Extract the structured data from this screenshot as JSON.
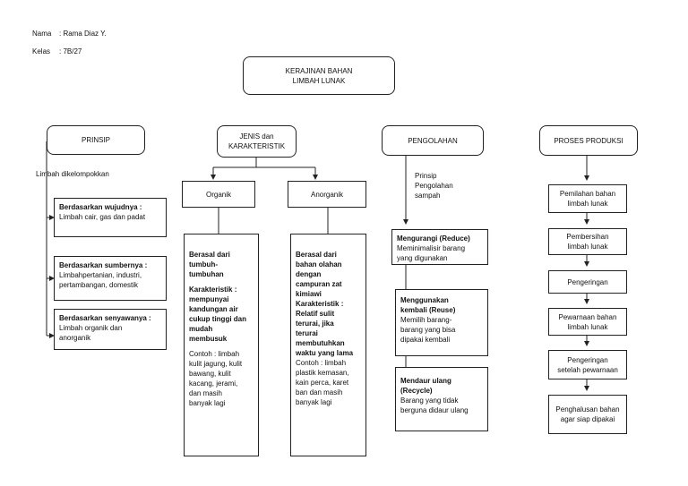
{
  "header": {
    "nama_label": "Nama",
    "nama_value": ": Rama Diaz Y.",
    "kelas_label": "Kelas",
    "kelas_value": ": 7B/27"
  },
  "title": {
    "line1": "KERAJINAN BAHAN",
    "line2": "LIMBAH LUNAK"
  },
  "prinsip": {
    "header": "PRINSIP",
    "intro": "Limbah dikelompokkan",
    "items": [
      {
        "title": "Berdasarkan wujudnya :",
        "lines": [
          "Limbah cair, gas dan padat"
        ]
      },
      {
        "title": "Berdasarkan sumbernya :",
        "lines": [
          "Limbahpertanian,   industri,",
          "pertambangan, domestik"
        ]
      },
      {
        "title": "Berdasarkan senyawanya :",
        "lines": [
          "Limbah organik dan",
          "anorganik"
        ]
      }
    ]
  },
  "jenis": {
    "header_line1": "JENIS dan",
    "header_line2": "KARAKTERISTIK",
    "organik": {
      "label": "Organik",
      "bold1": [
        "Berasal dari",
        "tumbuh-",
        "tumbuhan"
      ],
      "bold2": [
        "Karakteristik :",
        "mempunyai",
        "kandungan air",
        "cukup tinggi dan",
        "mudah",
        "membusuk"
      ],
      "normal": [
        "Contoh : limbah",
        "kulit jagung, kulit",
        "bawang, kulit",
        "kacang, jerami,",
        "dan masih",
        "banyak lagi"
      ]
    },
    "anorganik": {
      "label": "Anorganik",
      "bold1": [
        "Berasal dari",
        "bahan olahan",
        "dengan",
        "campuran zat",
        "kimiawi",
        "Karakteristik :",
        "Relatif sulit",
        "terurai, jika",
        "terurai",
        "membutuhkan",
        "waktu yang lama"
      ],
      "normal": [
        "Contoh : limbah",
        "plastik kemasan,",
        "kain perca, karet",
        "ban dan masih",
        "banyak lagi"
      ]
    }
  },
  "pengolahan": {
    "header": "PENGOLAHAN",
    "prinsip_lines": [
      "Prinsip",
      "Pengolahan",
      "sampah"
    ],
    "items": [
      {
        "title": "Mengurangi (Reduce)",
        "lines": [
          "Meminimalisir barang",
          "yang digunakan"
        ]
      },
      {
        "title": [
          "Menggunakan",
          "kembali (Reuse)"
        ],
        "lines": [
          "Memilih barang-",
          "barang yang bisa",
          "dipakai kembali"
        ]
      },
      {
        "title": [
          "Mendaur ulang",
          "(Recycle)"
        ],
        "lines": [
          "Barang yang tidak",
          "berguna didaur ulang"
        ]
      }
    ]
  },
  "proses": {
    "header": "PROSES PRODUKSI",
    "steps": [
      [
        "Pemilahan bahan",
        "limbah lunak"
      ],
      [
        "Pembersihan",
        "limbah lunak"
      ],
      [
        "Pengeringan"
      ],
      [
        "Pewarnaan  bahan",
        "limbah lunak"
      ],
      [
        "Pengeringan",
        "setelah pewarnaan"
      ],
      [
        "Penghalusan bahan",
        "agar siap dipakai"
      ]
    ]
  }
}
